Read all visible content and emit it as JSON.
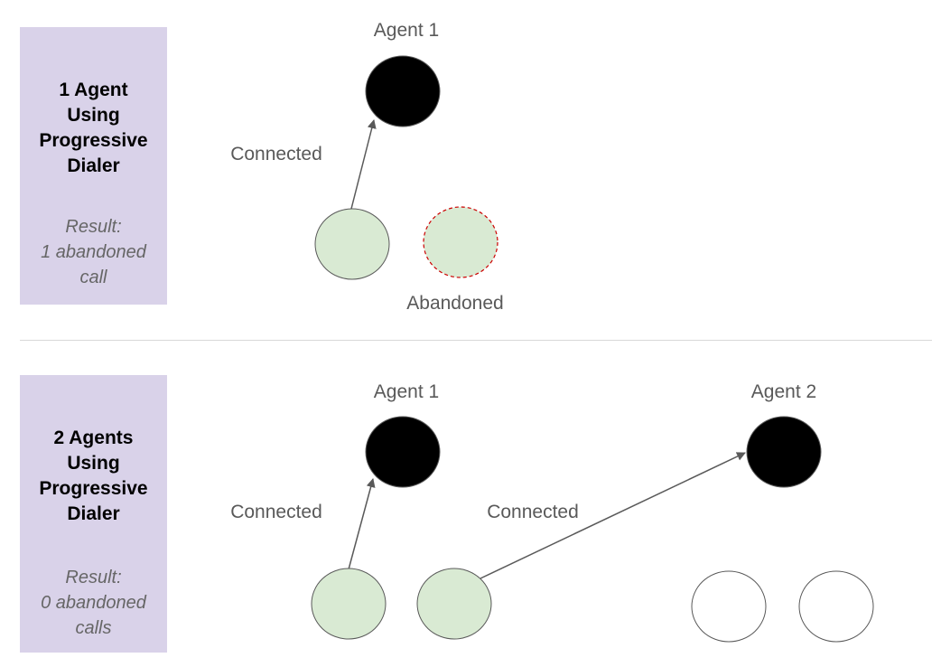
{
  "colors": {
    "box_fill": "#d9d2e9",
    "call_fill": "#d9ead3",
    "agent_fill": "#000000",
    "abandoned_stroke": "#cc0000",
    "arrow": "#595959",
    "text": "#595959"
  },
  "top": {
    "title_lines": [
      "1 Agent",
      "Using",
      "Progressive",
      "Dialer"
    ],
    "result_lines": [
      "Result:",
      "1 abandoned",
      "call"
    ],
    "agent_1_label": "Agent 1",
    "connected_label": "Connected",
    "abandoned_label": "Abandoned"
  },
  "bottom": {
    "title_lines": [
      "2 Agents",
      "Using",
      "Progressive",
      "Dialer"
    ],
    "result_lines": [
      "Result:",
      "0 abandoned",
      "calls"
    ],
    "agent_1_label": "Agent 1",
    "agent_2_label": "Agent 2",
    "connected_label_1": "Connected",
    "connected_label_2": "Connected"
  }
}
